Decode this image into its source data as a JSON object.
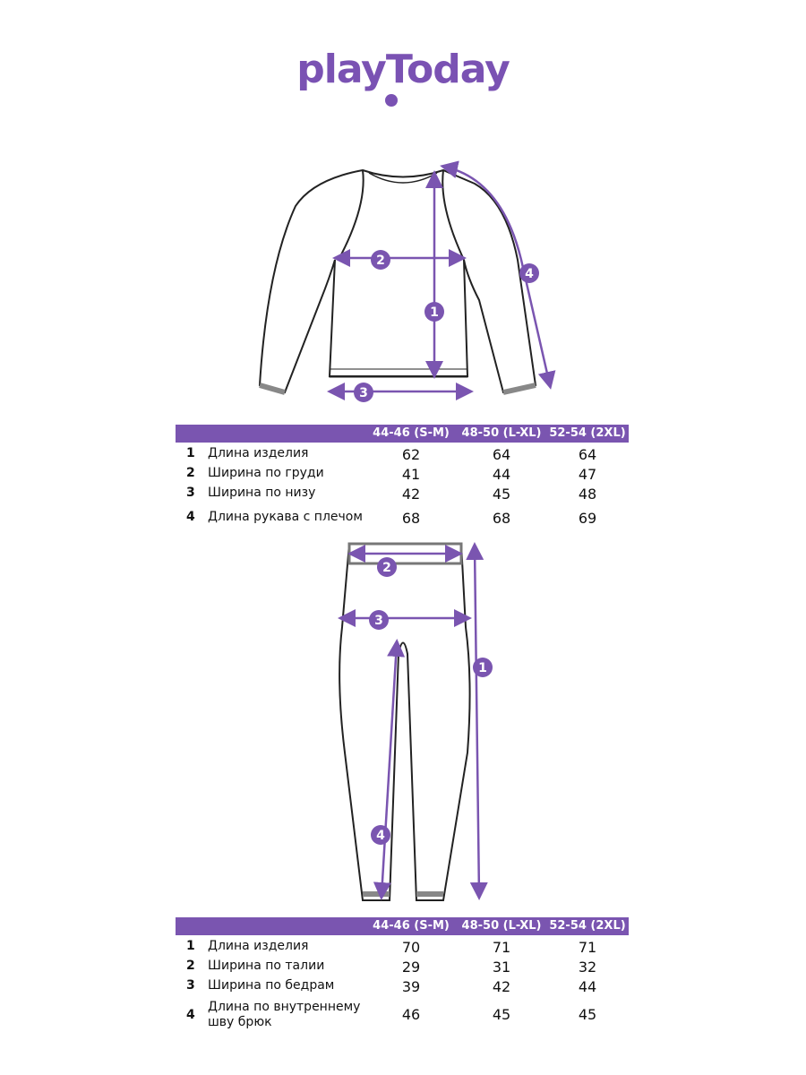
{
  "brand": {
    "logo_text": "playToday",
    "accent": "#7a55b0"
  },
  "markers": {
    "top": [
      "1",
      "2",
      "3",
      "4"
    ],
    "bottom": [
      "1",
      "2",
      "3",
      "4"
    ]
  },
  "top_table": {
    "columns": [
      "44-46 (S-M)",
      "48-50 (L-XL)",
      "52-54 (2XL)"
    ],
    "rows": [
      {
        "num": "1",
        "label": "Длина изделия",
        "values": [
          "62",
          "64",
          "64"
        ]
      },
      {
        "num": "2",
        "label": "Ширина по груди",
        "values": [
          "41",
          "44",
          "47"
        ]
      },
      {
        "num": "3",
        "label": "Ширина по низу",
        "values": [
          "42",
          "45",
          "48"
        ]
      },
      {
        "num": "4",
        "label": "Длина рукава с плечом",
        "values": [
          "68",
          "68",
          "69"
        ]
      }
    ]
  },
  "bottom_table": {
    "columns": [
      "44-46 (S-M)",
      "48-50 (L-XL)",
      "52-54 (2XL)"
    ],
    "rows": [
      {
        "num": "1",
        "label": "Длина изделия",
        "values": [
          "70",
          "71",
          "71"
        ]
      },
      {
        "num": "2",
        "label": "Ширина по талии",
        "values": [
          "29",
          "31",
          "32"
        ]
      },
      {
        "num": "3",
        "label": "Ширина по бедрам",
        "values": [
          "39",
          "42",
          "44"
        ]
      },
      {
        "num": "4",
        "label": "Длина по внутреннему шву брюк",
        "values": [
          "46",
          "45",
          "45"
        ]
      }
    ]
  }
}
